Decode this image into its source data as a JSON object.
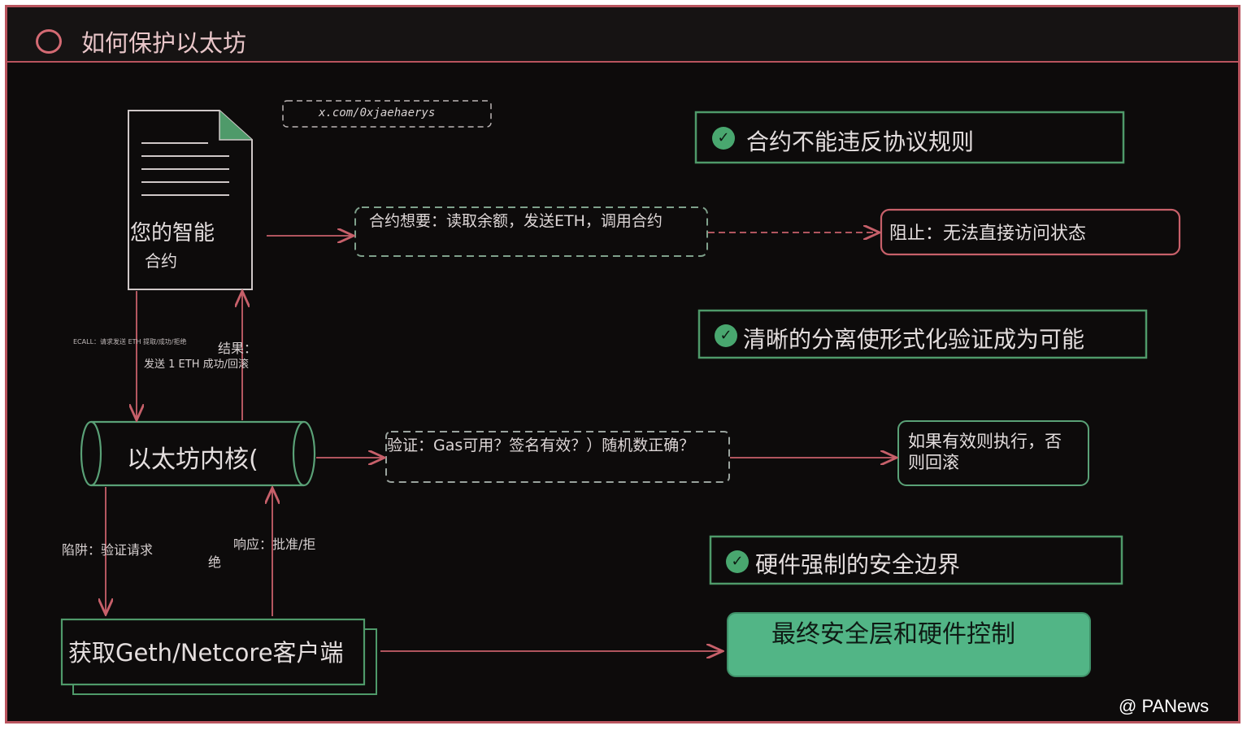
{
  "title": "如何保护以太坊",
  "handle": "x.com/0xjaehaerys",
  "nodes": {
    "contract_line1": "您的智能",
    "contract_line2": "合约",
    "kernel": "以太坊内核(",
    "client": "获取Geth/Netcore客户端",
    "wants": "合约想要：读取余额，发送ETH，调用合约",
    "blocked": "阻止：无法直接访问状态",
    "verify": "验证：Gas可用？签名有效？）随机数正确？",
    "execute_line1": "如果有效则执行，否",
    "execute_line2": "则回滚",
    "final": "最终安全层和硬件控制"
  },
  "benefits": [
    "合约不能违反协议规则",
    "清晰的分离使形式化验证成为可能",
    "硬件强制的安全边界"
  ],
  "edges": {
    "ecall": "ECALL：请求发送 ETH 提取/成功/拒绝",
    "result_line1": "结果：",
    "result_line2": "发送 1 ETH 成功/回滚",
    "trap": "陷阱：验证请求",
    "response_line1": "响应：批准/拒",
    "response_line2": "绝"
  },
  "watermark": "@ PANews",
  "colors": {
    "background": "#0d0b0b",
    "accent_red": "#b9545e",
    "accent_green": "#4f9a6a",
    "final_fill": "#52b586"
  }
}
